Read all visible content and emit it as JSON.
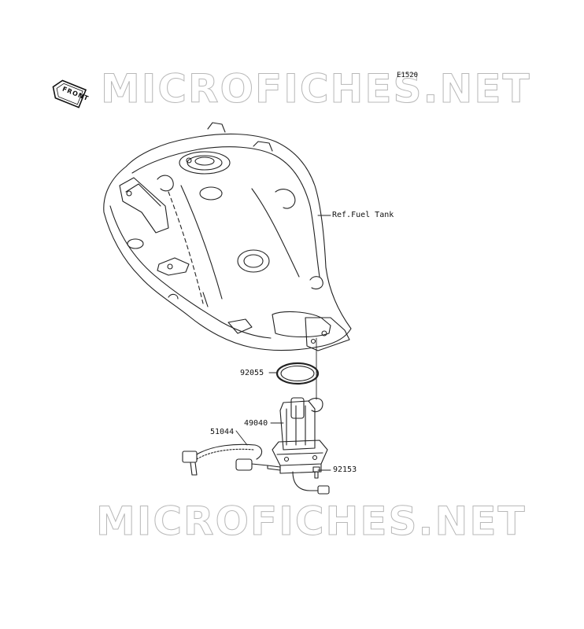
{
  "diagram": {
    "code": "E1520",
    "front_label": "FRONT",
    "watermark_top": "MICROFICHES.NET",
    "watermark_bottom": "MICROFICHES.NET",
    "callouts": [
      {
        "id": "ref-fuel-tank",
        "text": "Ref.Fuel Tank"
      },
      {
        "id": "92055",
        "text": "92055"
      },
      {
        "id": "49040",
        "text": "49040"
      },
      {
        "id": "51044",
        "text": "51044"
      },
      {
        "id": "92153",
        "text": "92153"
      }
    ]
  }
}
